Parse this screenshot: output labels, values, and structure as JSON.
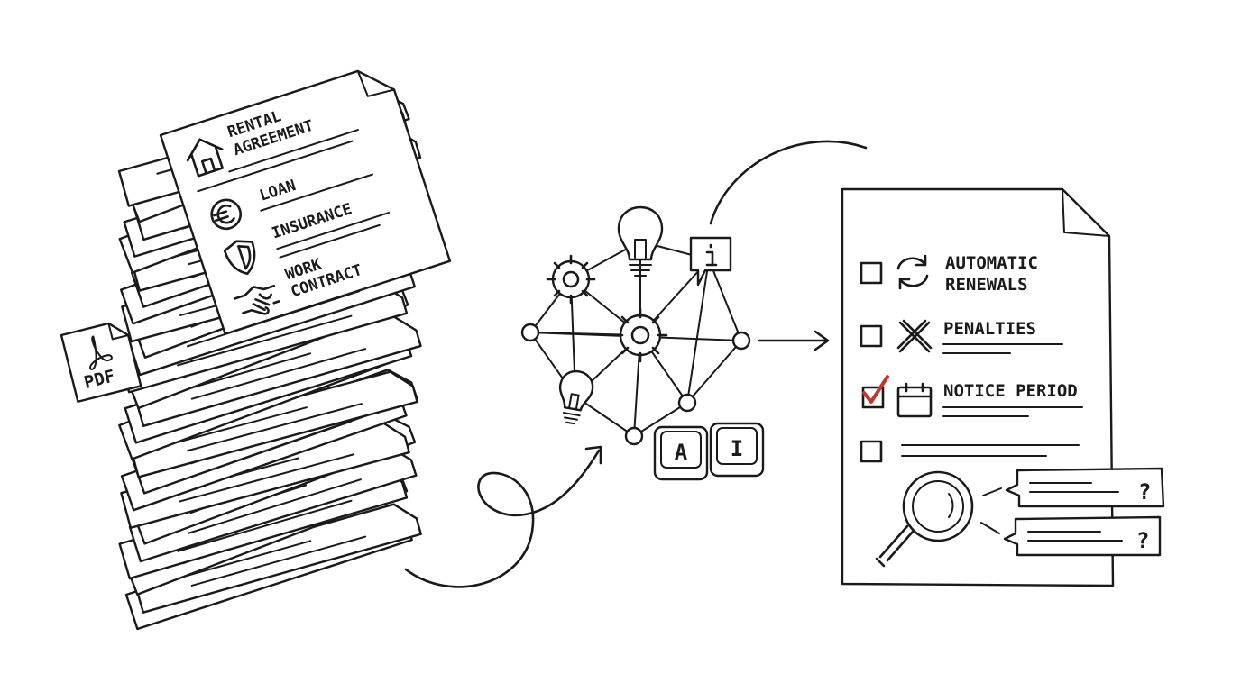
{
  "stack": {
    "top_sheet": {
      "items": [
        {
          "label_lines": [
            "RENTAL",
            "AGREEMENT"
          ],
          "icon": "house-icon"
        },
        {
          "label_lines": [
            "LOAN"
          ],
          "icon": "euro-icon"
        },
        {
          "label_lines": [
            "INSURANCE"
          ],
          "icon": "shield-icon"
        },
        {
          "label_lines": [
            "WORK",
            "CONTRACT"
          ],
          "icon": "handshake-icon"
        }
      ]
    },
    "pdf_badge": {
      "label": "PDF",
      "icon": "pdf-icon"
    }
  },
  "network": {
    "ai_keys": [
      "A",
      "I"
    ],
    "icons": [
      "lightbulb-icon",
      "gear-icon",
      "info-icon"
    ]
  },
  "checklist": {
    "items": [
      {
        "label_lines": [
          "AUTOMATIC",
          "RENEWALS"
        ],
        "icon": "refresh-icon",
        "checked": false
      },
      {
        "label_lines": [
          "PENALTIES"
        ],
        "icon": "x-icon",
        "checked": false
      },
      {
        "label_lines": [
          "NOTICE PERIOD"
        ],
        "icon": "calendar-icon",
        "checked": true
      },
      {
        "label_lines": [
          ""
        ],
        "icon": "",
        "checked": false
      }
    ],
    "questions": [
      "?",
      "?"
    ],
    "check_color": "#c0392b"
  }
}
